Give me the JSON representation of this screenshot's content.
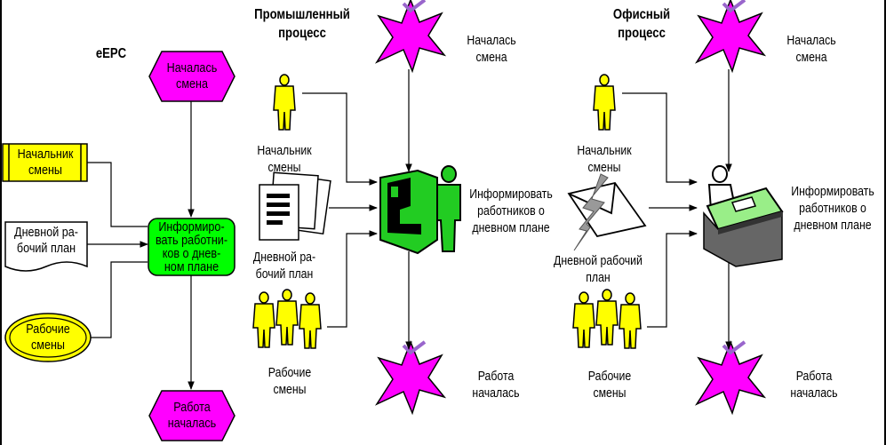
{
  "epc": {
    "title": "eEPC",
    "start_event": "Началась\nсмена",
    "function": "Информиро-\nвать работни-\nков о днев-\nном плане",
    "end_event": "Работа\nначалась",
    "role": "Начальник\nсмены",
    "document": "Дневной ра-\nбочий план",
    "group": "Рабочие\nсмены"
  },
  "industrial": {
    "title": "Промышленный\nпроцесс",
    "start_event": "Началась\nсмена",
    "role": "Начальник\nсмены",
    "document": "Дневной ра-\nбочий план",
    "group": "Рабочие\nсмены",
    "function": "Информировать\nработников о\nдневном плане",
    "end_event": "Работа\nначалась"
  },
  "office": {
    "title": "Офисный\nпроцесс",
    "start_event": "Началась\nсмена",
    "role": "Начальник\nсмены",
    "document": "Дневной рабочий\nплан",
    "group": "Рабочие\nсмены",
    "function": "Информировать\nработников о\nдневном плане",
    "end_event": "Работа\nначалась"
  },
  "colors": {
    "event": "#ff00ff",
    "function": "#00ff00",
    "role": "#ffff00",
    "person": "#ffff00",
    "terminal": "#22cc22",
    "star": "#ff00ff",
    "accent_check": "#9966cc"
  }
}
